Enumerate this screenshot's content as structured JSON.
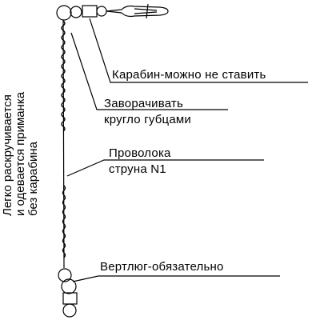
{
  "labels": {
    "carabiner": "Карабин-можно не ставить",
    "twist_line1": "Заворачивать",
    "twist_line2": "кругло  губцами",
    "wire_line1": "Проволока",
    "wire_line2": "струна N1",
    "swivel": "Вертлюг-обязательно",
    "side_line1": "Легко раскручивается",
    "side_line2": "и одевается приманка",
    "side_line3": "без карабина"
  },
  "colors": {
    "ink": "#000000",
    "background": "#ffffff"
  }
}
